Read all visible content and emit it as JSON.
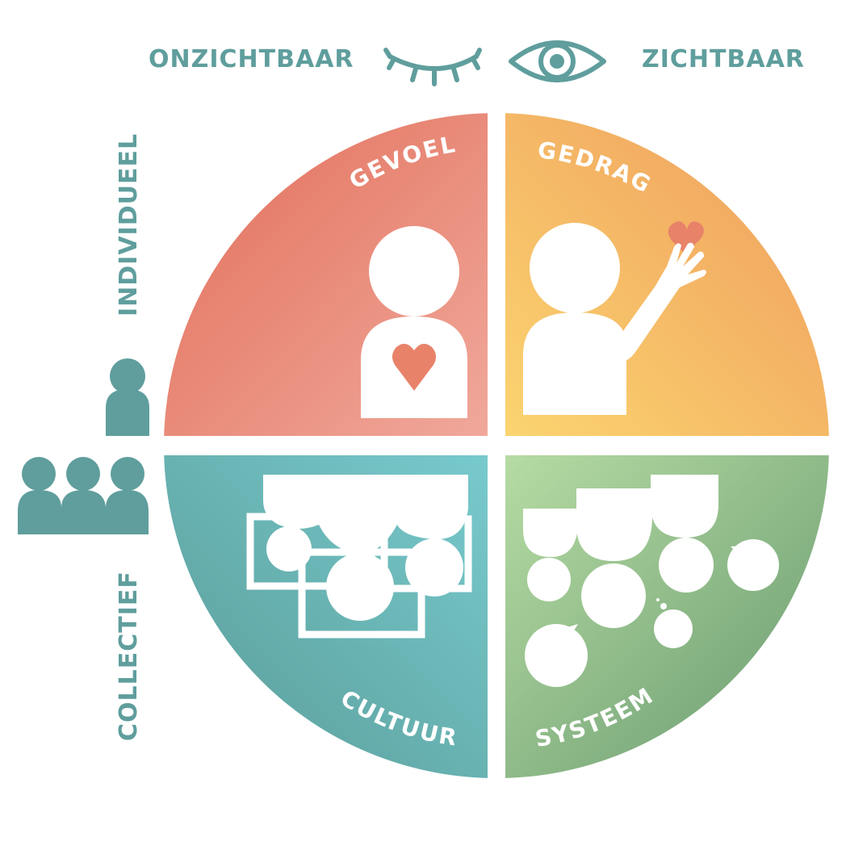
{
  "axes": {
    "invisible_label": "ONZICHTBAAR",
    "visible_label": "ZICHTBAAR",
    "individual_label": "INDIVIDUEEL",
    "collective_label": "COLLECTIEF"
  },
  "icons": {
    "invisible": "closed-eye-icon",
    "visible": "open-eye-icon",
    "individual": "single-person-icon",
    "collective": "group-of-people-icon"
  },
  "quadrants": [
    {
      "id": "top-left",
      "label": "GEVOEL",
      "icon": "person-with-heart-icon",
      "color_from": "#e5735e",
      "color_to": "#f0a597"
    },
    {
      "id": "top-right",
      "label": "GEDRAG",
      "icon": "person-raising-heart-icon",
      "color_from": "#f9d06e",
      "color_to": "#efa15d"
    },
    {
      "id": "bottom-left",
      "label": "CULTUUR",
      "icon": "overlapping-group-frames-icon",
      "color_from": "#76c8cb",
      "color_to": "#5a9d99"
    },
    {
      "id": "bottom-right",
      "label": "SYSTEEM",
      "icon": "speech-bubbles-network-icon",
      "color_from": "#b3d9a1",
      "color_to": "#6b9e72"
    }
  ],
  "colors": {
    "axis_text": "#5f9e9d",
    "heart": "#e8836a",
    "background": "#ffffff"
  }
}
